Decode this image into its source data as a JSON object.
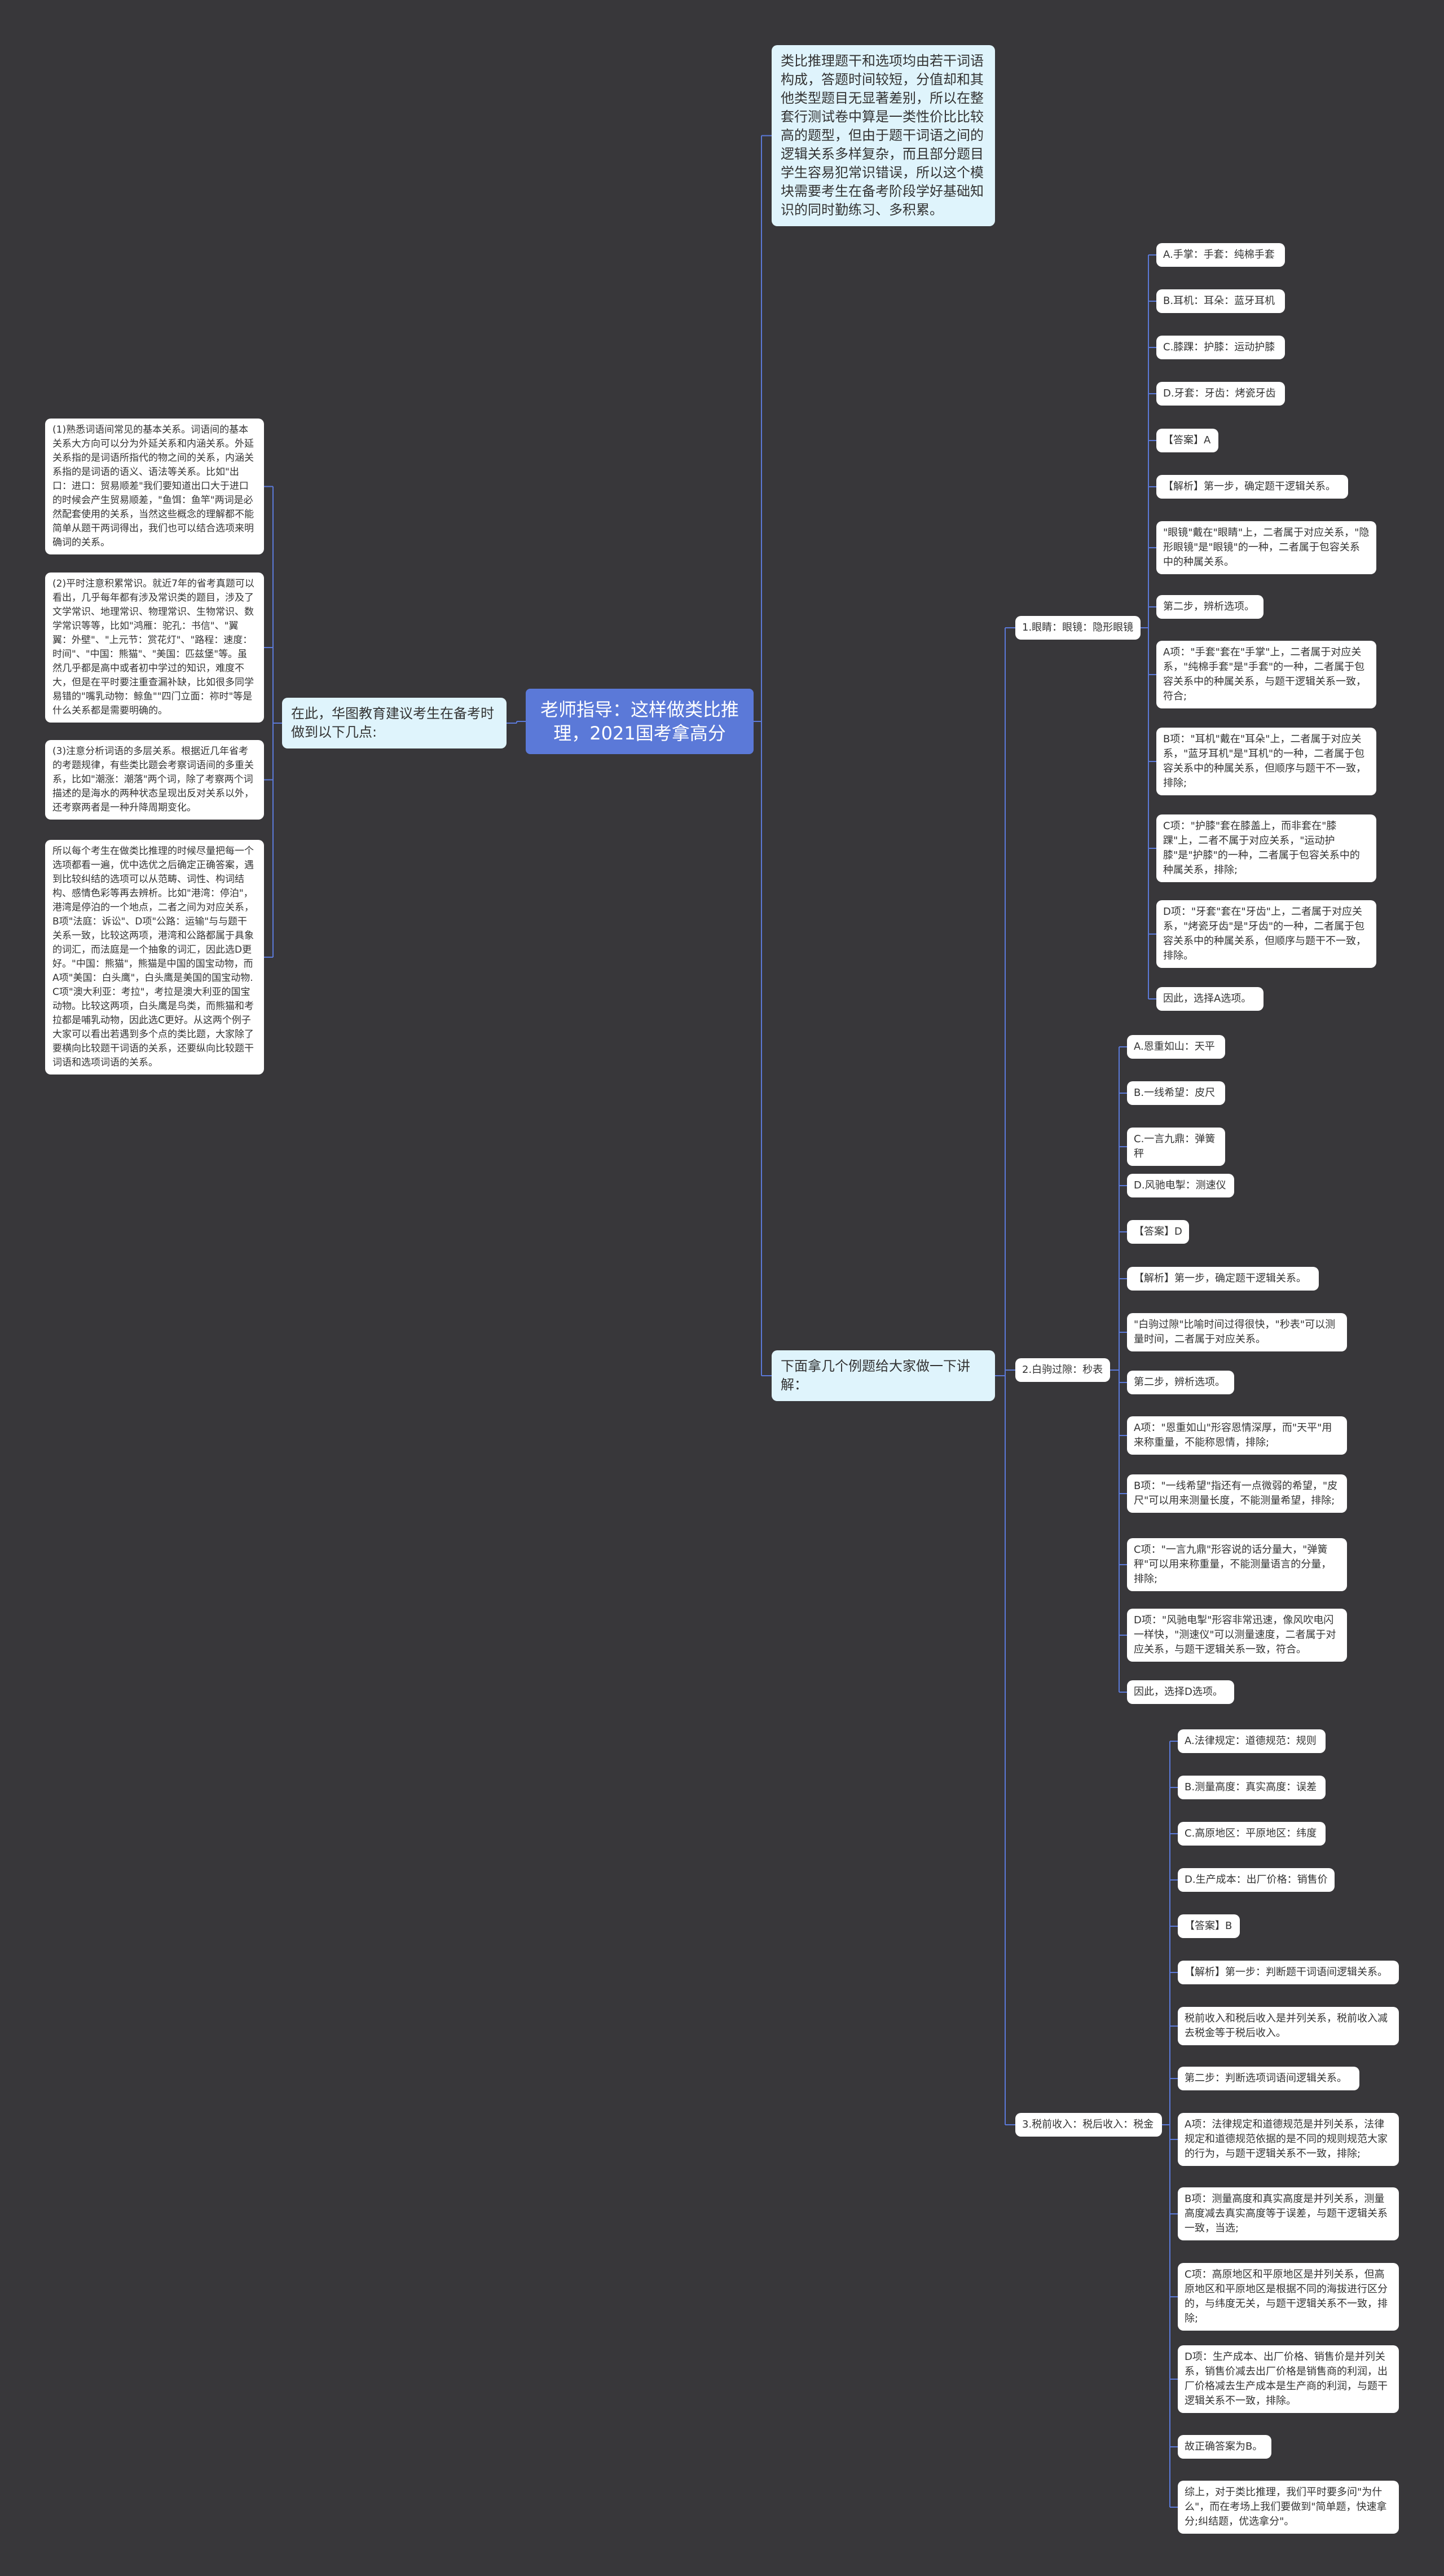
{
  "root": "老师指导：这样做类比推理，2021国考拿高分",
  "intro": "类比推理题干和选项均由若干词语构成，答题时间较短，分值却和其他类型题目无显著差别，所以在整套行测试卷中算是一类性价比比较高的题型，但由于题干词语之间的逻辑关系多样复杂，而且部分题目学生容易犯常识错误，所以这个模块需要考生在备考阶段学好基础知识的同时勤练习、多积累。",
  "examples_label": "下面拿几个例题给大家做一下讲解：",
  "advice_label": "在此，华图教育建议考生在备考时做到以下几点:",
  "advice": [
    "(1)熟悉词语间常见的基本关系。词语间的基本关系大方向可以分为外延关系和内涵关系。外延关系指的是词语所指代的物之间的关系，内涵关系指的是词语的语义、语法等关系。比如\"出口：进口：贸易顺差\"我们要知道出口大于进口的时候会产生贸易顺差，\"鱼饵：鱼竿\"两词是必然配套使用的关系，当然这些概念的理解都不能简单从题干两词得出，我们也可以结合选项来明确词的关系。",
    "(2)平时注意积累常识。就近7年的省考真题可以看出，几乎每年都有涉及常识类的题目，涉及了文学常识、地理常识、物理常识、生物常识、数学常识等等，比如\"鸿雁：驼孔：书信\"、\"翼翼：外壁\"、\"上元节：赏花灯\"、\"路程：速度：时间\"、\"中国：熊猫\"、\"美国：匹兹堡\"等。虽然几乎都是高中或者初中学过的知识，难度不大，但是在平时要注重查漏补缺，比如很多同学易错的\"嘴乳动物：鲸鱼\"\"四门立面：祢时\"等是什么关系都是需要明确的。",
    "(3)注意分析词语的多层关系。根据近几年省考的考题规律，有些类比题会考察词语间的多重关系，比如\"潮涨：潮落\"两个词，除了考察两个词描述的是海水的两种状态呈现出反对关系以外，还考察两者是一种升降周期变化。",
    "所以每个考生在做类比推理的时候尽量把每一个选项都看一遍，优中选优之后确定正确答案，遇到比较纠结的选项可以从范畴、词性、构词结构、感情色彩等再去辨析。比如\"港湾：停泊\"，港湾是停泊的一个地点，二者之间为对应关系，B项\"法庭：诉讼\"、D项\"公路：运输\"与与题干关系一致，比较这两项，港湾和公路都属于具象的词汇，而法庭是一个抽象的词汇，因此选D更好。\"中国：熊猫\"，熊猫是中国的国宝动物，而A项\"美国：白头鹰\"，白头鹰是美国的国宝动物.C项\"澳大利亚：考拉\"，考拉是澳大利亚的国宝动物。比较这两项，白头鹰是鸟类，而熊猫和考拉都是哺乳动物，因此选C更好。从这两个例子大家可以看出若遇到多个点的类比题，大家除了要横向比较题干词语的关系，还要纵向比较题干词语和选项词语的关系。"
  ],
  "examples": [
    {
      "label": "1.眼睛：眼镜：隐形眼镜",
      "items": [
        "A.手掌：手套：纯棉手套",
        "B.耳机：耳朵：蓝牙耳机",
        "C.膝踝：护膝：运动护膝",
        "D.牙套：牙齿：烤瓷牙齿",
        "【答案】A",
        "【解析】第一步，确定题干逻辑关系。",
        "\"眼镜\"戴在\"眼睛\"上，二者属于对应关系，\"隐形眼镜\"是\"眼镜\"的一种，二者属于包容关系中的种属关系。",
        "第二步，辨析选项。",
        "A项：\"手套\"套在\"手掌\"上，二者属于对应关系，\"纯棉手套\"是\"手套\"的一种，二者属于包容关系中的种属关系，与题干逻辑关系一致，符合;",
        "B项：\"耳机\"戴在\"耳朵\"上，二者属于对应关系，\"蓝牙耳机\"是\"耳机\"的一种，二者属于包容关系中的种属关系，但顺序与题干不一致，排除;",
        "C项：\"护膝\"套在膝盖上，而非套在\"膝踝\"上，二者不属于对应关系，\"运动护膝\"是\"护膝\"的一种，二者属于包容关系中的种属关系，排除;",
        "D项：\"牙套\"套在\"牙齿\"上，二者属于对应关系，\"烤瓷牙齿\"是\"牙齿\"的一种，二者属于包容关系中的种属关系，但顺序与题干不一致，排除。",
        "因此，选择A选项。"
      ]
    },
    {
      "label": "2.白驹过隙：秒表",
      "items": [
        "A.恩重如山：天平",
        "B.一线希望：皮尺",
        "C.一言九鼎：弹簧秤",
        "D.风驰电掣：测速仪",
        "【答案】D",
        "【解析】第一步，确定题干逻辑关系。",
        "\"白驹过隙\"比喻时间过得很快，\"秒表\"可以测量时间，二者属于对应关系。",
        "第二步，辨析选项。",
        "A项：\"恩重如山\"形容恩情深厚，而\"天平\"用来称重量，不能称恩情，排除;",
        "B项：\"一线希望\"指还有一点微弱的希望，\"皮尺\"可以用来测量长度，不能测量希望，排除;",
        "C项：\"一言九鼎\"形容说的话分量大，\"弹簧秤\"可以用来称重量，不能测量语言的分量，排除;",
        "D项：\"风驰电掣\"形容非常迅速，像风吹电闪一样快，\"测速仪\"可以测量速度，二者属于对应关系，与题干逻辑关系一致，符合。",
        "因此，选择D选项。"
      ]
    },
    {
      "label": "3.税前收入：税后收入：税金",
      "items": [
        "A.法律规定：道德规范：规则",
        "B.测量高度：真实高度：误差",
        "C.高原地区：平原地区：纬度",
        "D.生产成本：出厂价格：销售价",
        "【答案】B",
        "【解析】第一步：判断题干词语间逻辑关系。",
        "税前收入和税后收入是并列关系，税前收入减去税金等于税后收入。",
        "第二步：判断选项词语间逻辑关系。",
        "A项：法律规定和道德规范是并列关系，法律规定和道德规范依据的是不同的规则规范大家的行为，与题干逻辑关系不一致，排除;",
        "B项：测量高度和真实高度是并列关系，测量高度减去真实高度等于误差，与题干逻辑关系一致，当选;",
        "C项：高原地区和平原地区是并列关系，但高原地区和平原地区是根据不同的海拔进行区分的，与纬度无关，与题干逻辑关系不一致，排除;",
        "D项：生产成本、出厂价格、销售价是并列关系，销售价减去出厂价格是销售商的利润，出厂价格减去生产成本是生产商的利润，与题干逻辑关系不一致，排除。",
        "故正确答案为B。",
        "综上，对于类比推理，我们平时要多问\"为什么\"，而在考场上我们要做到\"简单题，快速拿分;纠结题，优选拿分\"。"
      ]
    }
  ],
  "colors": {
    "background": "#38373a",
    "root": "#5b79d8",
    "branch_node": "#dff4fc",
    "leaf_node": "#ffffff",
    "link": "#5b79d8"
  }
}
